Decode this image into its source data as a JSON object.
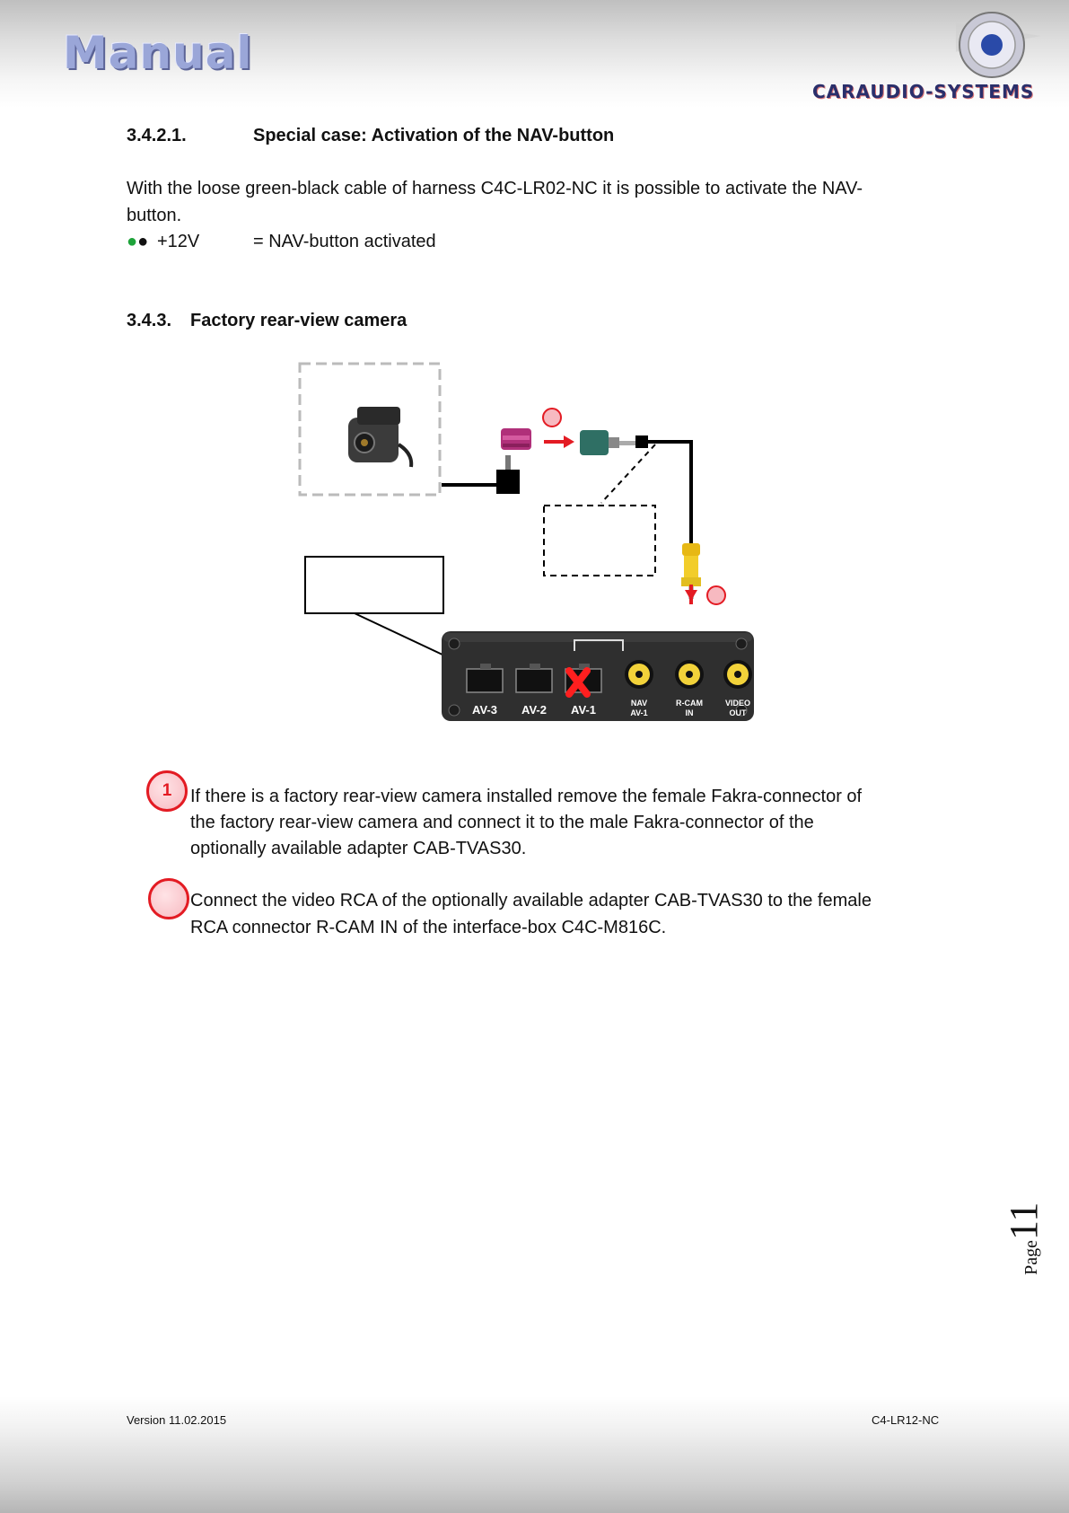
{
  "header": {
    "title": "Manual",
    "brand": "CARAUDIO-SYSTEMS"
  },
  "sections": {
    "s3421_number": "3.4.2.1.",
    "s3421_title": "Special case: Activation of the NAV-button",
    "s3421_text_line1": "With the loose green-black cable of harness C4C-LR02-NC it is possible to activate the NAV-",
    "s3421_text_line2": "button.",
    "wire_dots": "●●",
    "wire_voltage": "+12V",
    "wire_result": "= NAV-button activated",
    "s343_number": "3.4.3.",
    "s343_title": "Factory rear-view camera"
  },
  "diagram": {
    "ports": [
      {
        "label": "AV-3"
      },
      {
        "label": "AV-2"
      },
      {
        "label": "AV-1"
      }
    ],
    "rca_nav_l1": "NAV",
    "rca_nav_l2": "AV-1",
    "rca_rcam_l1": "R-CAM",
    "rca_rcam_l2": "IN",
    "rca_video_l1": "VIDEO",
    "rca_video_l2": "OUT",
    "colors": {
      "fakra_female": "#b0307a",
      "fakra_male": "#2f6f64",
      "rca_yellow": "#f2cd2a",
      "arrow_red": "#e31b23"
    }
  },
  "steps": [
    {
      "badge": "1",
      "line1": "If there is a factory rear-view camera installed remove the female Fakra-connector of",
      "line2": "the factory rear-view camera and connect it to the male Fakra-connector of the",
      "line3": "optionally available adapter CAB-TVAS30."
    },
    {
      "badge": "",
      "line1": "Connect the video RCA of the optionally available adapter CAB-TVAS30 to the female",
      "line2": "RCA connector R-CAM IN of the interface-box C4C-M816C."
    }
  ],
  "page": {
    "label": "Page",
    "number": "11"
  },
  "footer": {
    "version": "Version 11.02.2015",
    "doc_id": "C4-LR12-NC"
  }
}
